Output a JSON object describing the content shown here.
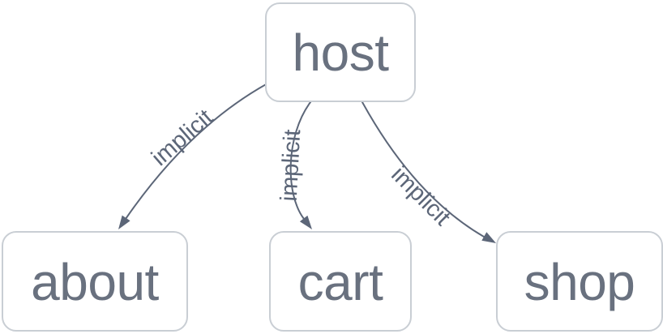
{
  "diagram": {
    "type": "graph",
    "background": "#ffffff",
    "nodes": [
      {
        "id": "host",
        "label": "host"
      },
      {
        "id": "about",
        "label": "about"
      },
      {
        "id": "cart",
        "label": "cart"
      },
      {
        "id": "shop",
        "label": "shop"
      }
    ],
    "edges": [
      {
        "from": "host",
        "to": "about",
        "label": "implicit"
      },
      {
        "from": "host",
        "to": "cart",
        "label": "implicit"
      },
      {
        "from": "host",
        "to": "shop",
        "label": "implicit"
      }
    ],
    "colors": {
      "node_fill": "#ffffff",
      "node_border": "#c9ced4",
      "node_text": "#69717f",
      "edge": "#5c6678",
      "edge_label": "#5c6678"
    }
  }
}
